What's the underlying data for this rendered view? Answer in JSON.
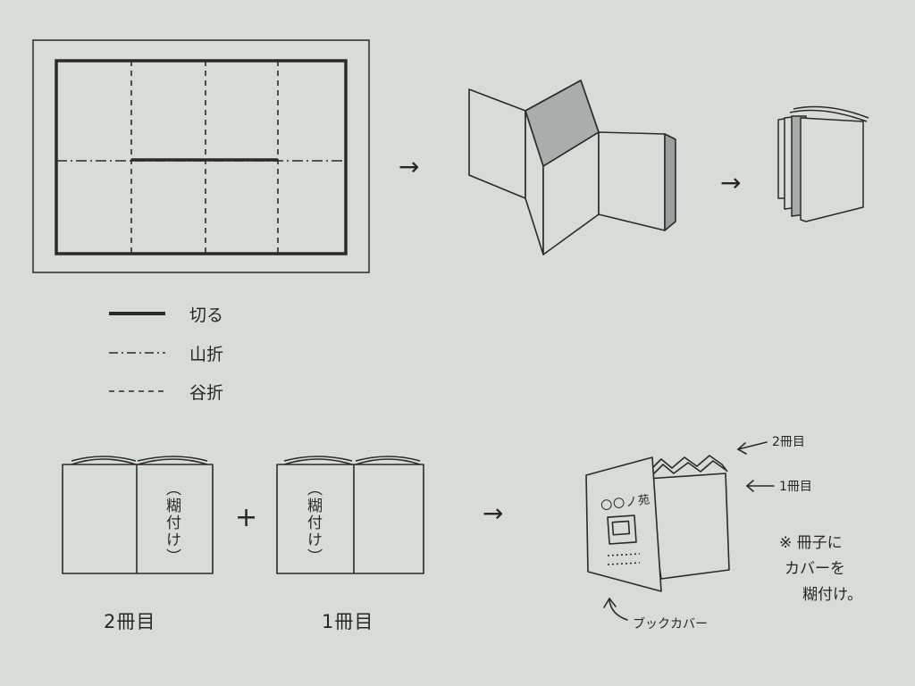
{
  "legend": {
    "cut": "切る",
    "mountain_fold": "山折",
    "valley_fold": "谷折"
  },
  "arrows": {
    "symbol": "→"
  },
  "booklets": {
    "left_label": "2冊目",
    "right_label": "1冊目",
    "glue_text": "︵糊付け︶",
    "plus": "+"
  },
  "assembly": {
    "label_second": "2冊目",
    "label_first": "1冊目",
    "cover_title": "〇〇ノ苑",
    "book_cover_label": "ブックカバー",
    "note_line1": "※ 冊子に",
    "note_line2": "カバーを",
    "note_line3": "糊付け。"
  },
  "colors": {
    "paper": "#d8dcd9",
    "ink": "#262626",
    "shade": "#9a9d9b"
  }
}
